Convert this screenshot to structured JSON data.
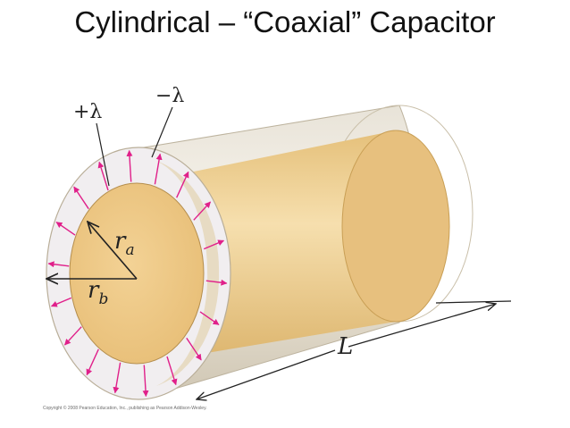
{
  "slide": {
    "title": "Cylindrical – “Coaxial” Capacitor"
  },
  "figure": {
    "labels": {
      "inner_charge": "+λ",
      "outer_charge": "−λ",
      "inner_radius_symbol": "r",
      "inner_radius_subscript": "a",
      "outer_radius_symbol": "r",
      "outer_radius_subscript": "b",
      "length": "L"
    },
    "copyright": "Copyright © 2008 Pearson Education, Inc., publishing as Pearson Addison-Wesley.",
    "colors": {
      "outer_shell": "#e9e2d4",
      "inner_conductor": "#f1cd8c",
      "field_arrows": "#e0208a",
      "gap_face": "#f3f1f2"
    },
    "field_arrow_count": 18
  }
}
